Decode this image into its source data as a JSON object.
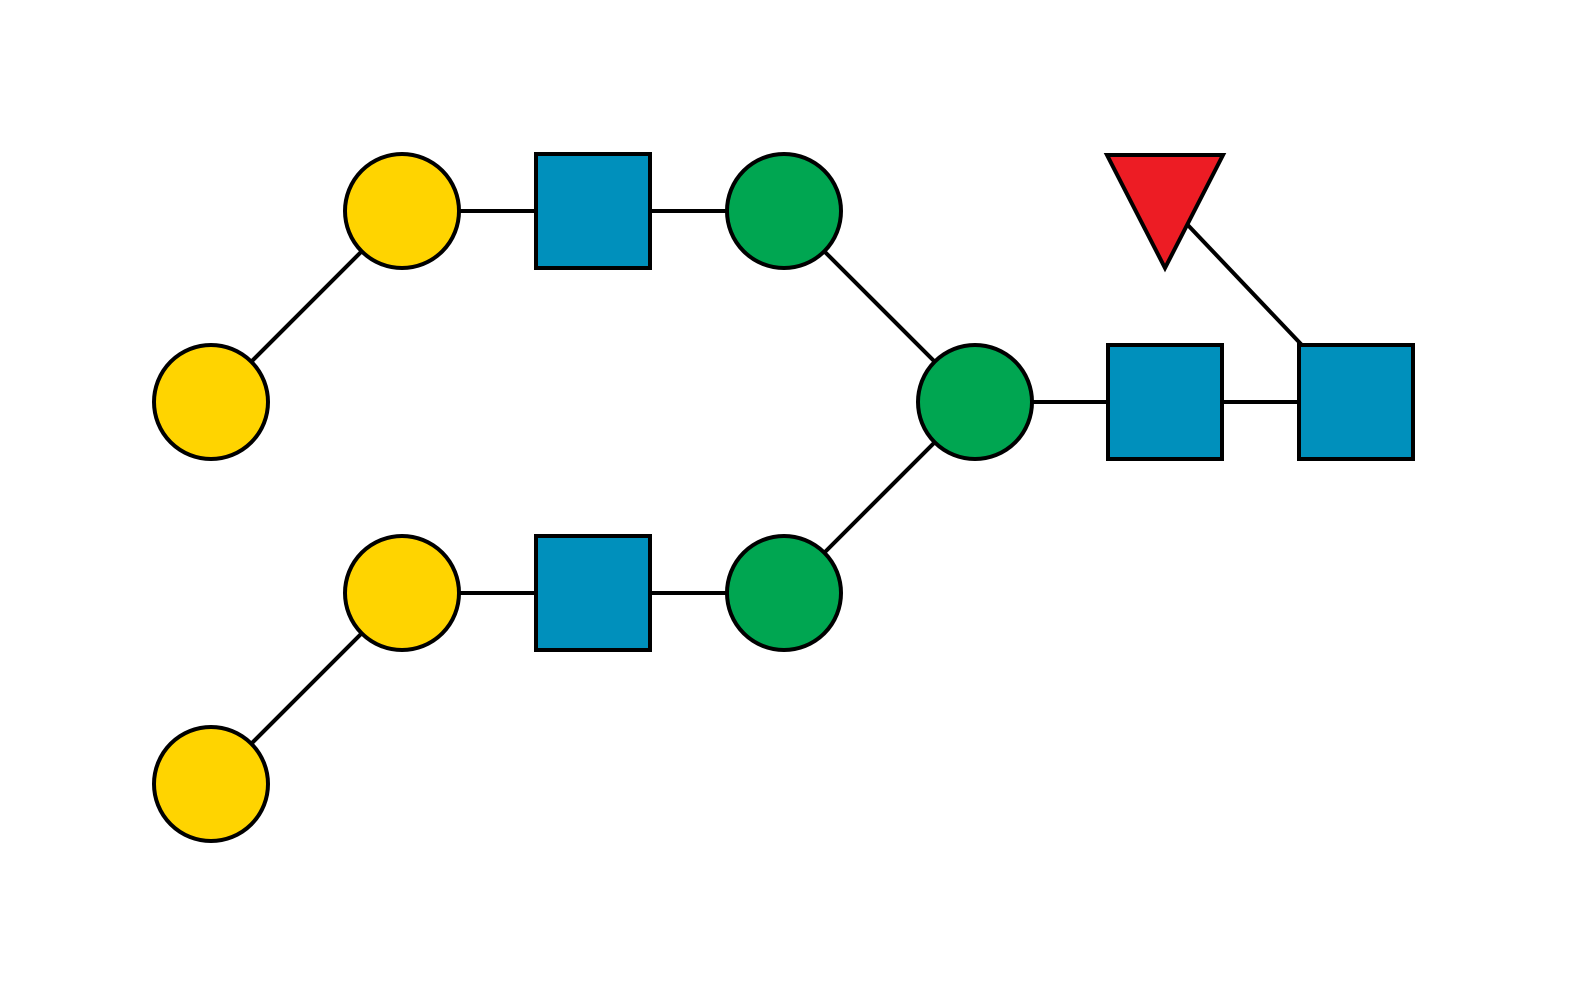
{
  "colors": {
    "background": "#ffffff",
    "stroke": "#000000",
    "galactose": "#ffd400",
    "glcnac": "#0090bc",
    "mannose": "#00a651",
    "fucose": "#ed1c24"
  },
  "legend_types": [
    {
      "id": "gal",
      "shape": "circle",
      "icon": "yellow-circle-icon",
      "color_key": "galactose"
    },
    {
      "id": "glcnac",
      "shape": "square",
      "icon": "blue-square-icon",
      "color_key": "glcnac"
    },
    {
      "id": "man",
      "shape": "circle",
      "icon": "green-circle-icon",
      "color_key": "mannose"
    },
    {
      "id": "fuc",
      "shape": "triangle",
      "icon": "red-triangle-icon",
      "color_key": "fucose"
    }
  ],
  "residues": [
    {
      "id": "r1",
      "type": "gal"
    },
    {
      "id": "r2",
      "type": "gal"
    },
    {
      "id": "r3",
      "type": "glcnac"
    },
    {
      "id": "r4",
      "type": "man"
    },
    {
      "id": "r5",
      "type": "man"
    },
    {
      "id": "r6",
      "type": "glcnac"
    },
    {
      "id": "r7",
      "type": "glcnac"
    },
    {
      "id": "r8",
      "type": "fuc"
    },
    {
      "id": "r9",
      "type": "gal"
    },
    {
      "id": "r10",
      "type": "gal"
    },
    {
      "id": "r11",
      "type": "glcnac"
    },
    {
      "id": "r12",
      "type": "man"
    }
  ],
  "linkages": [
    [
      "r1",
      "r2"
    ],
    [
      "r2",
      "r3"
    ],
    [
      "r3",
      "r4"
    ],
    [
      "r4",
      "r5"
    ],
    [
      "r5",
      "r6"
    ],
    [
      "r6",
      "r7"
    ],
    [
      "r7",
      "r8"
    ],
    [
      "r9",
      "r10"
    ],
    [
      "r10",
      "r11"
    ],
    [
      "r11",
      "r12"
    ],
    [
      "r12",
      "r5"
    ]
  ]
}
